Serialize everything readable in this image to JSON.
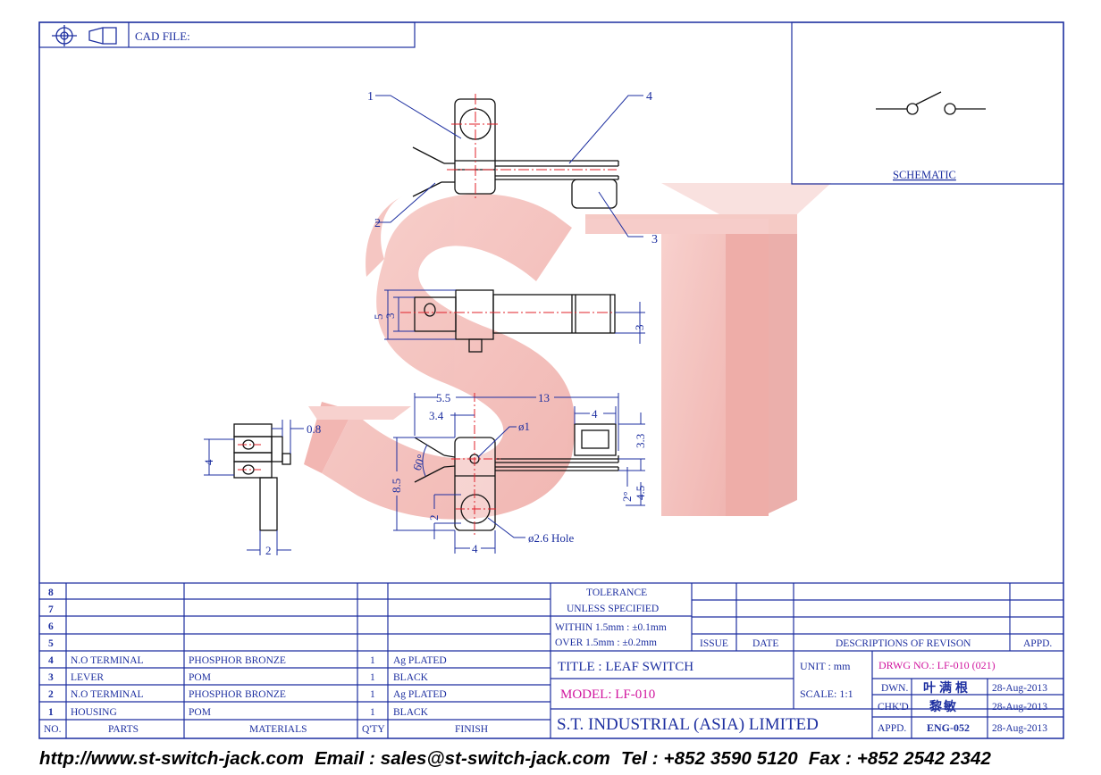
{
  "header": {
    "cad_file_label": "CAD FILE:"
  },
  "watermark": {
    "text": "ST"
  },
  "schematic": {
    "label": "SCHEMATIC"
  },
  "callouts": {
    "c1": "1",
    "c2": "2",
    "c3": "3",
    "c4": "4"
  },
  "dims": {
    "d5": "5",
    "d3a": "3",
    "d3b": "3",
    "d08": "0.8",
    "d4side": "4",
    "d2side": "2",
    "d55": "5.5",
    "d13": "13",
    "d34": "3.4",
    "dphi1": "ø1",
    "d4top": "4",
    "d33": "3.3",
    "d60": "60°",
    "d85": "8.5",
    "d2deg": "2°",
    "d45": "4.5",
    "d2bot": "2",
    "d4bot": "4",
    "dhole": "ø2.6 Hole"
  },
  "parts_table": {
    "rows": [
      {
        "no": "8",
        "part": "",
        "material": "",
        "qty": "",
        "finish": ""
      },
      {
        "no": "7",
        "part": "",
        "material": "",
        "qty": "",
        "finish": ""
      },
      {
        "no": "6",
        "part": "",
        "material": "",
        "qty": "",
        "finish": ""
      },
      {
        "no": "5",
        "part": "",
        "material": "",
        "qty": "",
        "finish": ""
      },
      {
        "no": "4",
        "part": "N.O TERMINAL",
        "material": "PHOSPHOR BRONZE",
        "qty": "1",
        "finish": "Ag PLATED"
      },
      {
        "no": "3",
        "part": "LEVER",
        "material": "POM",
        "qty": "1",
        "finish": "BLACK"
      },
      {
        "no": "2",
        "part": "N.O TERMINAL",
        "material": "PHOSPHOR BRONZE",
        "qty": "1",
        "finish": "Ag PLATED"
      },
      {
        "no": "1",
        "part": "HOUSING",
        "material": "POM",
        "qty": "1",
        "finish": "BLACK"
      }
    ],
    "headers": {
      "no": "NO.",
      "part": "PARTS",
      "material": "MATERIALS",
      "qty": "Q'TY",
      "finish": "FINISH"
    }
  },
  "tolerance": {
    "line1": "TOLERANCE",
    "line2": "UNLESS   SPECIFIED",
    "line3": "WITHIN  1.5mm : ±0.1mm",
    "line4": "OVER    1.5mm : ±0.2mm"
  },
  "revision": {
    "issue": "ISSUE",
    "date": "DATE",
    "desc": "DESCRIPTIONS  OF  REVISON",
    "appd": "APPD."
  },
  "title_block": {
    "title": "TITLE : LEAF SWITCH",
    "model": "MODEL: LF-010",
    "company": "S.T.  INDUSTRIAL  (ASIA)  LIMITED",
    "unit_label": "UNIT :    mm",
    "drwg": "DRWG  NO.: LF-010 (021)",
    "scale": "SCALE:  1:1",
    "dwn_label": "DWN.",
    "dwn_name": "叶满根",
    "dwn_date": "28-Aug-2013",
    "chkd_label": "CHK'D",
    "chkd_name": "黎敏",
    "chkd_date": "28-Aug-2013",
    "appd_label": "APPD.",
    "appd_name": "ENG-052",
    "appd_date": "28-Aug-2013"
  },
  "colors": {
    "magenta": "#d1159e",
    "centerline": "#e0202a",
    "dim_blue": "#1d2fa0",
    "watermark": "#f2b5b1"
  },
  "footer": {
    "url": "http://www.st-switch-jack.com",
    "email": "Email : sales@st-switch-jack.com",
    "tel": "Tel : +852 3590 5120",
    "fax": "Fax : +852 2542 2342"
  }
}
